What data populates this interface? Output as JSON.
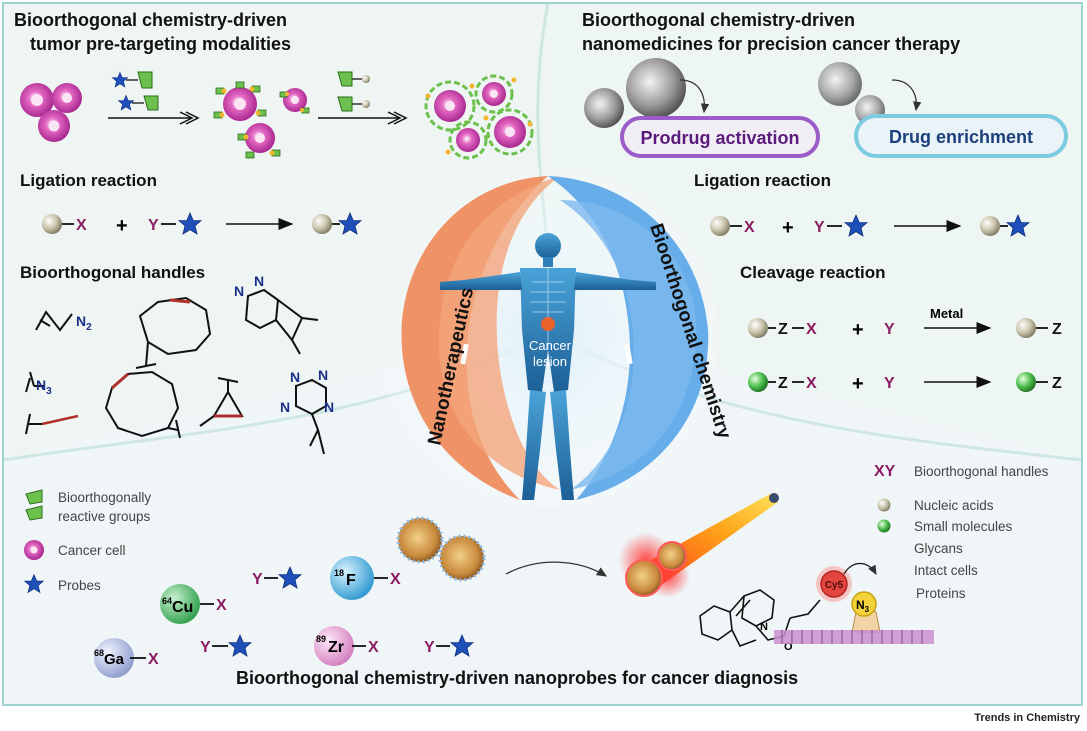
{
  "quadrants": {
    "top_left_title_line1": "Bioorthogonal chemistry-driven",
    "top_left_title_line2": "tumor pre-targeting modalities",
    "top_right_title_line1": "Bioorthogonal chemistry-driven",
    "top_right_title_line2": "nanomedicines for precision cancer therapy",
    "bottom_title": "Bioorthogonal chemistry-driven nanoprobes for cancer diagnosis"
  },
  "left": {
    "ligation_heading": "Ligation reaction",
    "handles_heading": "Bioorthogonal handles",
    "x": "X",
    "y": "Y",
    "plus": "+",
    "chem_n2": "N",
    "chem_n2_sub": "2",
    "chem_n3": "N",
    "chem_n3_sub": "3",
    "chem_n": "N"
  },
  "right": {
    "prodrug_label": "Prodrug activation",
    "enrichment_label": "Drug enrichment",
    "ligation_heading": "Ligation reaction",
    "cleavage_heading": "Cleavage reaction",
    "metal_label": "Metal",
    "x": "X",
    "y": "Y",
    "z": "Z",
    "plus": "+"
  },
  "center": {
    "nanotherapeutics": "Nanotherapeutics",
    "bioorthogonal_chemistry": "Bioorthogonal chemistry",
    "lesion_line1": "Cancer",
    "lesion_line2": "lesion"
  },
  "legend_left": [
    {
      "label_line1": "Bioorthogonally",
      "label_line2": "reactive groups",
      "icon": "reactive-group-icon"
    },
    {
      "label_line1": "Cancer cell",
      "icon": "cancer-cell-icon"
    },
    {
      "label_line1": "Probes",
      "icon": "star-probe-icon"
    }
  ],
  "legend_right": {
    "xy": "XY",
    "xy_label": "Bioorthogonal handles",
    "items": [
      "Nucleic acids",
      "Small molecules",
      "Glycans",
      "Intact cells",
      "Proteins"
    ]
  },
  "isotopes": [
    {
      "mass": "64",
      "symbol": "Cu",
      "x": "X",
      "color": "#3dae5c"
    },
    {
      "mass": "18",
      "symbol": "F",
      "x": "X",
      "color": "#3aa8d8"
    },
    {
      "mass": "68",
      "symbol": "Ga",
      "x": "X",
      "color": "#a9b8dc"
    },
    {
      "mass": "89",
      "symbol": "Zr",
      "x": "X",
      "color": "#e8a6d4"
    }
  ],
  "bottom": {
    "y": "Y",
    "cy5": "Cy5",
    "n3": "N",
    "n3_sub": "3",
    "n": "N",
    "o": "O"
  },
  "footer": "Trends in Chemistry",
  "colors": {
    "handle_x": "#8b1c62",
    "star": "#1f4fb8",
    "nano_orange": "#ef8a5a",
    "bio_blue": "#5aa6e8",
    "prodrug_border": "#9b5bc9",
    "enrichment_border": "#6cc0d8"
  }
}
